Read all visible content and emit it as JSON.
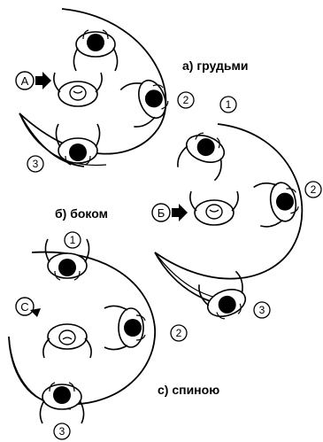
{
  "captions": {
    "a": "а) грудьми",
    "b": "б) боком",
    "c": "с) спиною"
  },
  "markers": {
    "a": "A",
    "b": "Б",
    "c": "C"
  },
  "steps": {
    "one": "1",
    "two": "2",
    "three": "3"
  },
  "colors": {
    "ink": "#000000",
    "paper": "#ffffff"
  }
}
